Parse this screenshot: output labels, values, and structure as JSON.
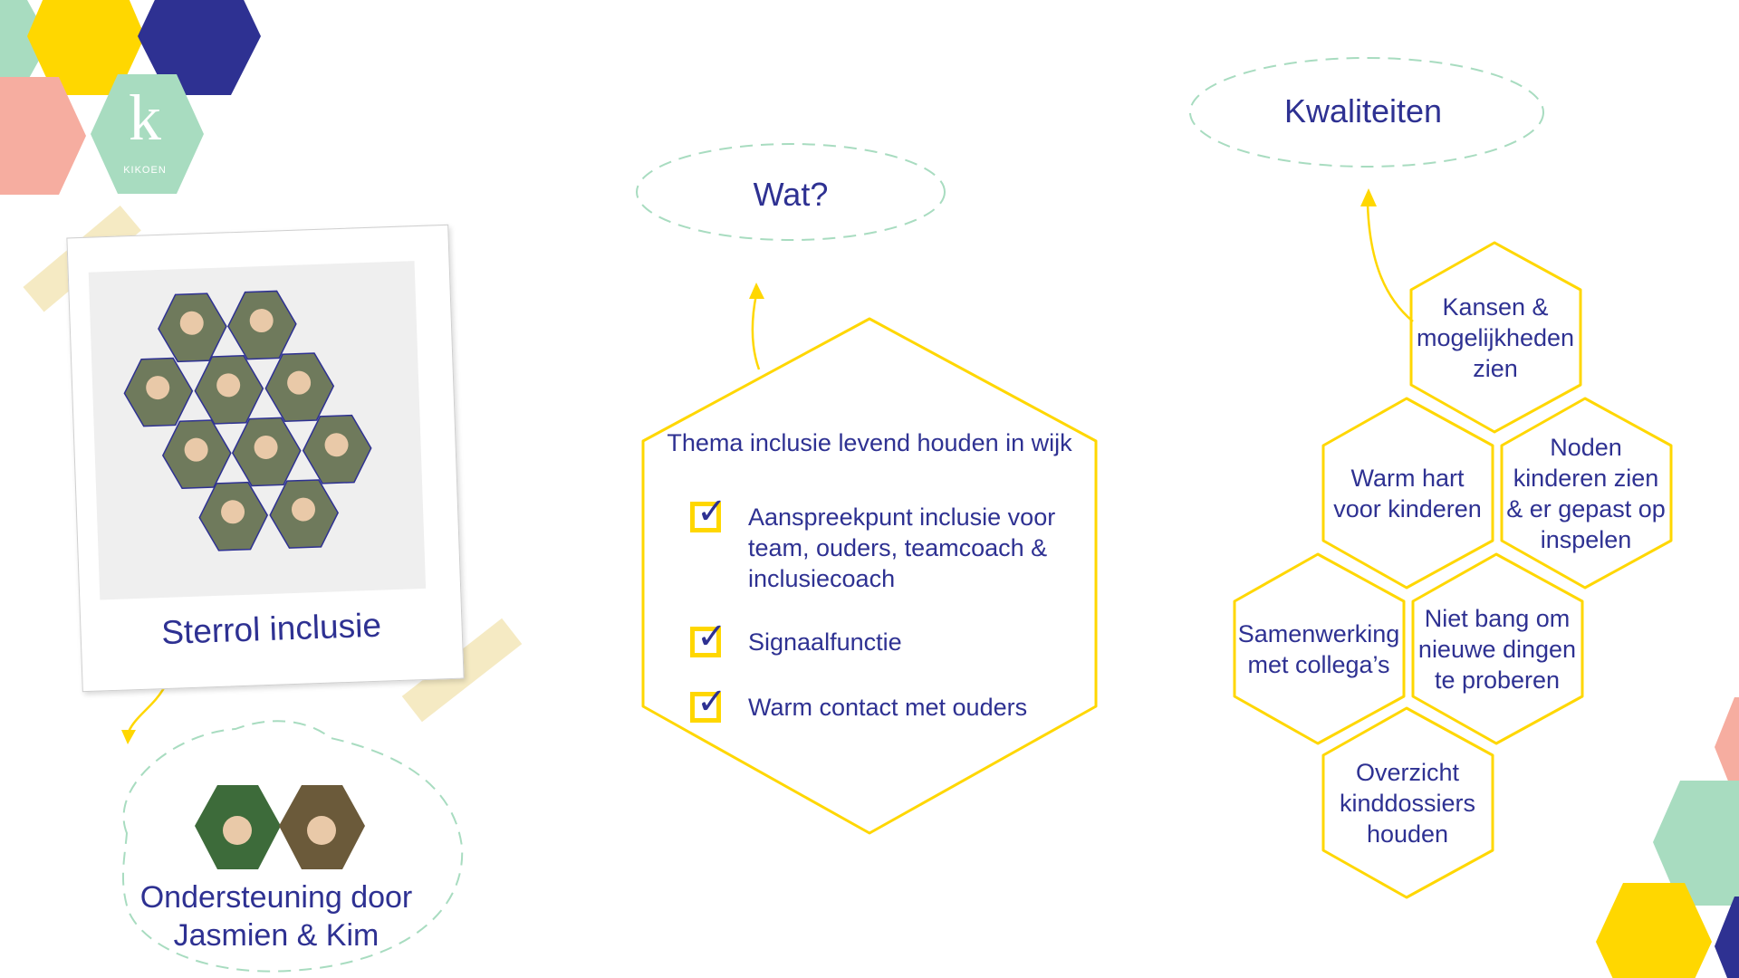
{
  "logo": {
    "letter": "k",
    "name": "KIKOEN"
  },
  "polaroid": {
    "caption": "Sterrol inclusie"
  },
  "support": {
    "line1": "Ondersteuning door",
    "line2": "Jasmien & Kim"
  },
  "wat": {
    "heading": "Wat?",
    "intro": "Thema inclusie levend houden in wijk",
    "items": [
      "Aanspreekpunt inclusie voor team, ouders, teamcoach & inclusiecoach",
      "Signaalfunctie",
      "Warm contact met ouders"
    ]
  },
  "kwaliteiten": {
    "heading": "Kwaliteiten",
    "items": [
      "Kansen & mogelijkheden zien",
      "Warm hart voor kinderen",
      "Noden kinderen zien & er gepast op inspelen",
      "Samenwerking met collega’s",
      "Niet bang om nieuwe dingen te proberen",
      "Overzicht kinddossiers houden"
    ]
  },
  "colors": {
    "navy": "#2e3192",
    "yellow": "#ffd700",
    "mint": "#a8dcc0",
    "salmon": "#f6ada0",
    "dashed": "#a8dcc0"
  }
}
